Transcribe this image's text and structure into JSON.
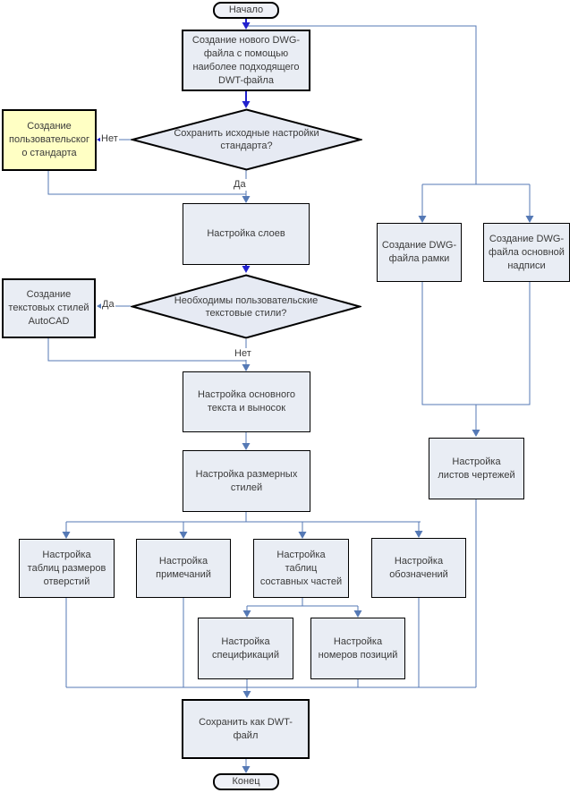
{
  "colors": {
    "connector": "#5579B5",
    "arrow_accent": "#2121CE",
    "node_fill": "#E9EDF4",
    "decision_fill": "#E6EAF3",
    "highlight_fill": "#FFFFC4",
    "terminal_fill": "#EFF1F7",
    "border": "#000000",
    "text": "#3A3A3A"
  },
  "nodes": {
    "start": {
      "label": "Начало"
    },
    "create_dwg": {
      "label": "Создание нового DWG-\nфайла с помощью\nнаиболее подходящего\nDWT-файла"
    },
    "keep_settings_q": {
      "label": "Сохранить исходные настройки\nстандарта?"
    },
    "custom_standard": {
      "label": "Создание\nпользовательског\nо стандарта"
    },
    "layers": {
      "label": "Настройка слоев"
    },
    "text_styles_q": {
      "label": "Необходимы пользовательские\nтекстовые стили?"
    },
    "autocad_text_styles": {
      "label": "Создание\nтекстовых стилей\nAutoCAD"
    },
    "main_text": {
      "label": "Настройка основного\nтекста и выносок"
    },
    "dim_styles": {
      "label": "Настройка размерных\nстилей"
    },
    "frame_dwg": {
      "label": "Создание DWG-\nфайла рамки"
    },
    "titleblock_dwg": {
      "label": "Создание DWG-\nфайла основной\nнадписи"
    },
    "sheets": {
      "label": "Настройка\nлистов чертежей"
    },
    "hole_tables": {
      "label": "Настройка\nтаблиц размеров\nотверстий"
    },
    "notes": {
      "label": "Настройка\nпримечаний"
    },
    "parts_tables": {
      "label": "Настройка\nтаблиц\nсоставных частей"
    },
    "symbols": {
      "label": "Настройка\nобозначений"
    },
    "specs": {
      "label": "Настройка\nспецификаций"
    },
    "item_numbers": {
      "label": "Настройка\nномеров позиций"
    },
    "save_dwt": {
      "label": "Сохранить как DWT-\nфайл"
    },
    "end": {
      "label": "Конец"
    }
  },
  "edge_labels": {
    "no_1": "Нет",
    "yes_1": "Да",
    "yes_2": "Да",
    "no_2": "Нет"
  }
}
